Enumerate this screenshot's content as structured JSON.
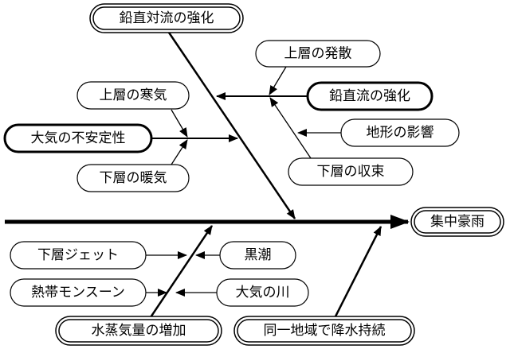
{
  "diagram": {
    "effect": {
      "label": "集中豪雨",
      "style": "double"
    },
    "upper_bone": {
      "label": "鉛直対流の強化",
      "style": "double",
      "causes": [
        {
          "label": "大気の不安定性",
          "style": "bold",
          "sub_causes": [
            {
              "label": "上層の寒気",
              "style": "thin"
            },
            {
              "label": "下層の暖気",
              "style": "thin"
            }
          ]
        },
        {
          "label": "鉛直流の強化",
          "style": "bold",
          "sub_causes": [
            {
              "label": "上層の発散",
              "style": "thin"
            },
            {
              "label": "地形の影響",
              "style": "thin"
            },
            {
              "label": "下層の収束",
              "style": "thin"
            }
          ]
        }
      ]
    },
    "lower_bones": [
      {
        "label": "水蒸気量の増加",
        "style": "double",
        "causes": [
          {
            "label": "下層ジェット",
            "style": "thin",
            "sub_causes": [
              {
                "label": "黒潮",
                "style": "thin"
              }
            ]
          },
          {
            "label": "熱帯モンスーン",
            "style": "thin",
            "sub_causes": [
              {
                "label": "大気の川",
                "style": "thin"
              }
            ]
          }
        ]
      },
      {
        "label": "同一地域で降水持続",
        "style": "double",
        "causes": []
      }
    ]
  }
}
